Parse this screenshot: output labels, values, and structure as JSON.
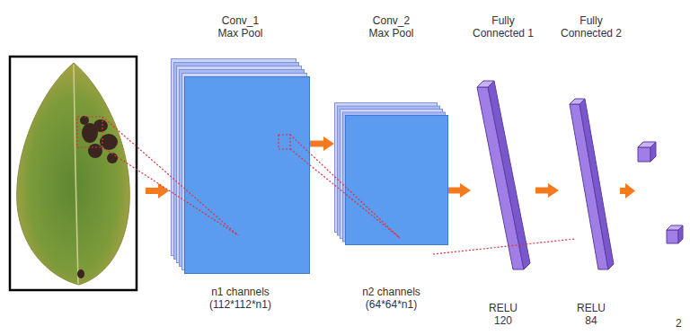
{
  "diagram": {
    "nodes": [
      {
        "text": [
          "Conv_1 Max Pool",
          "n1 channels (112*112*n1)"
        ]
      },
      {
        "text": [
          "Conv_2 Max Pool",
          "n2 channels (64*64*n1)"
        ]
      },
      {
        "text": [
          "Fully Connected 1",
          "RELU 120"
        ]
      },
      {
        "text": [
          "Fully Connected 2",
          "RELU 84"
        ]
      }
    ],
    "edges": [
      {
        "from": 0,
        "to": 1,
        "arrow": "to"
      },
      {
        "from": 1,
        "to": 2,
        "arrow": "to"
      },
      {
        "from": 2,
        "to": 3,
        "arrow": "to"
      }
    ],
    "labels": [
      "2"
    ]
  }
}
